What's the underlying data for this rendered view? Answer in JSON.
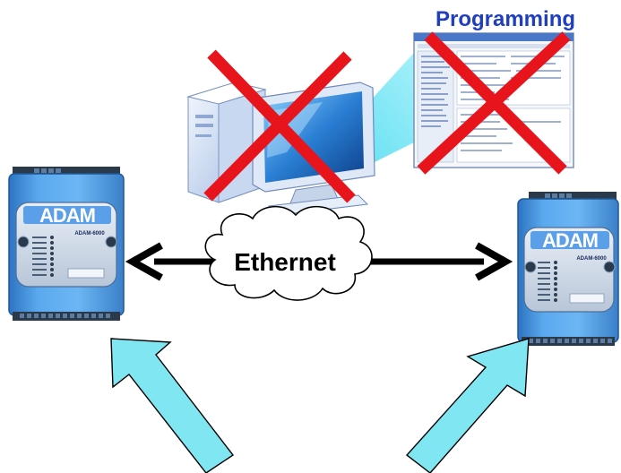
{
  "labels": {
    "programming": "Programming",
    "ethernet": "Ethernet"
  },
  "devices": {
    "left": {
      "logo": "ADAM",
      "model": "ADAM-6000"
    },
    "right": {
      "logo": "ADAM",
      "model": "ADAM-6000"
    }
  },
  "icons": {
    "computer": "desktop-computer-icon",
    "software": "programming-software-window-icon",
    "cross": "red-x-cross-icon",
    "cloud": "network-cloud-icon",
    "arrow": "black-double-arrow-icon",
    "up_arrow": "cyan-arrow-icon"
  },
  "colors": {
    "device_blue": "#5aa2e6",
    "device_dark": "#2c6fb8",
    "cross_red": "#e8141b",
    "cyan_arrow": "#7fe6f2",
    "programming_text": "#1f3fbf",
    "beam": "#5fe0f0"
  }
}
